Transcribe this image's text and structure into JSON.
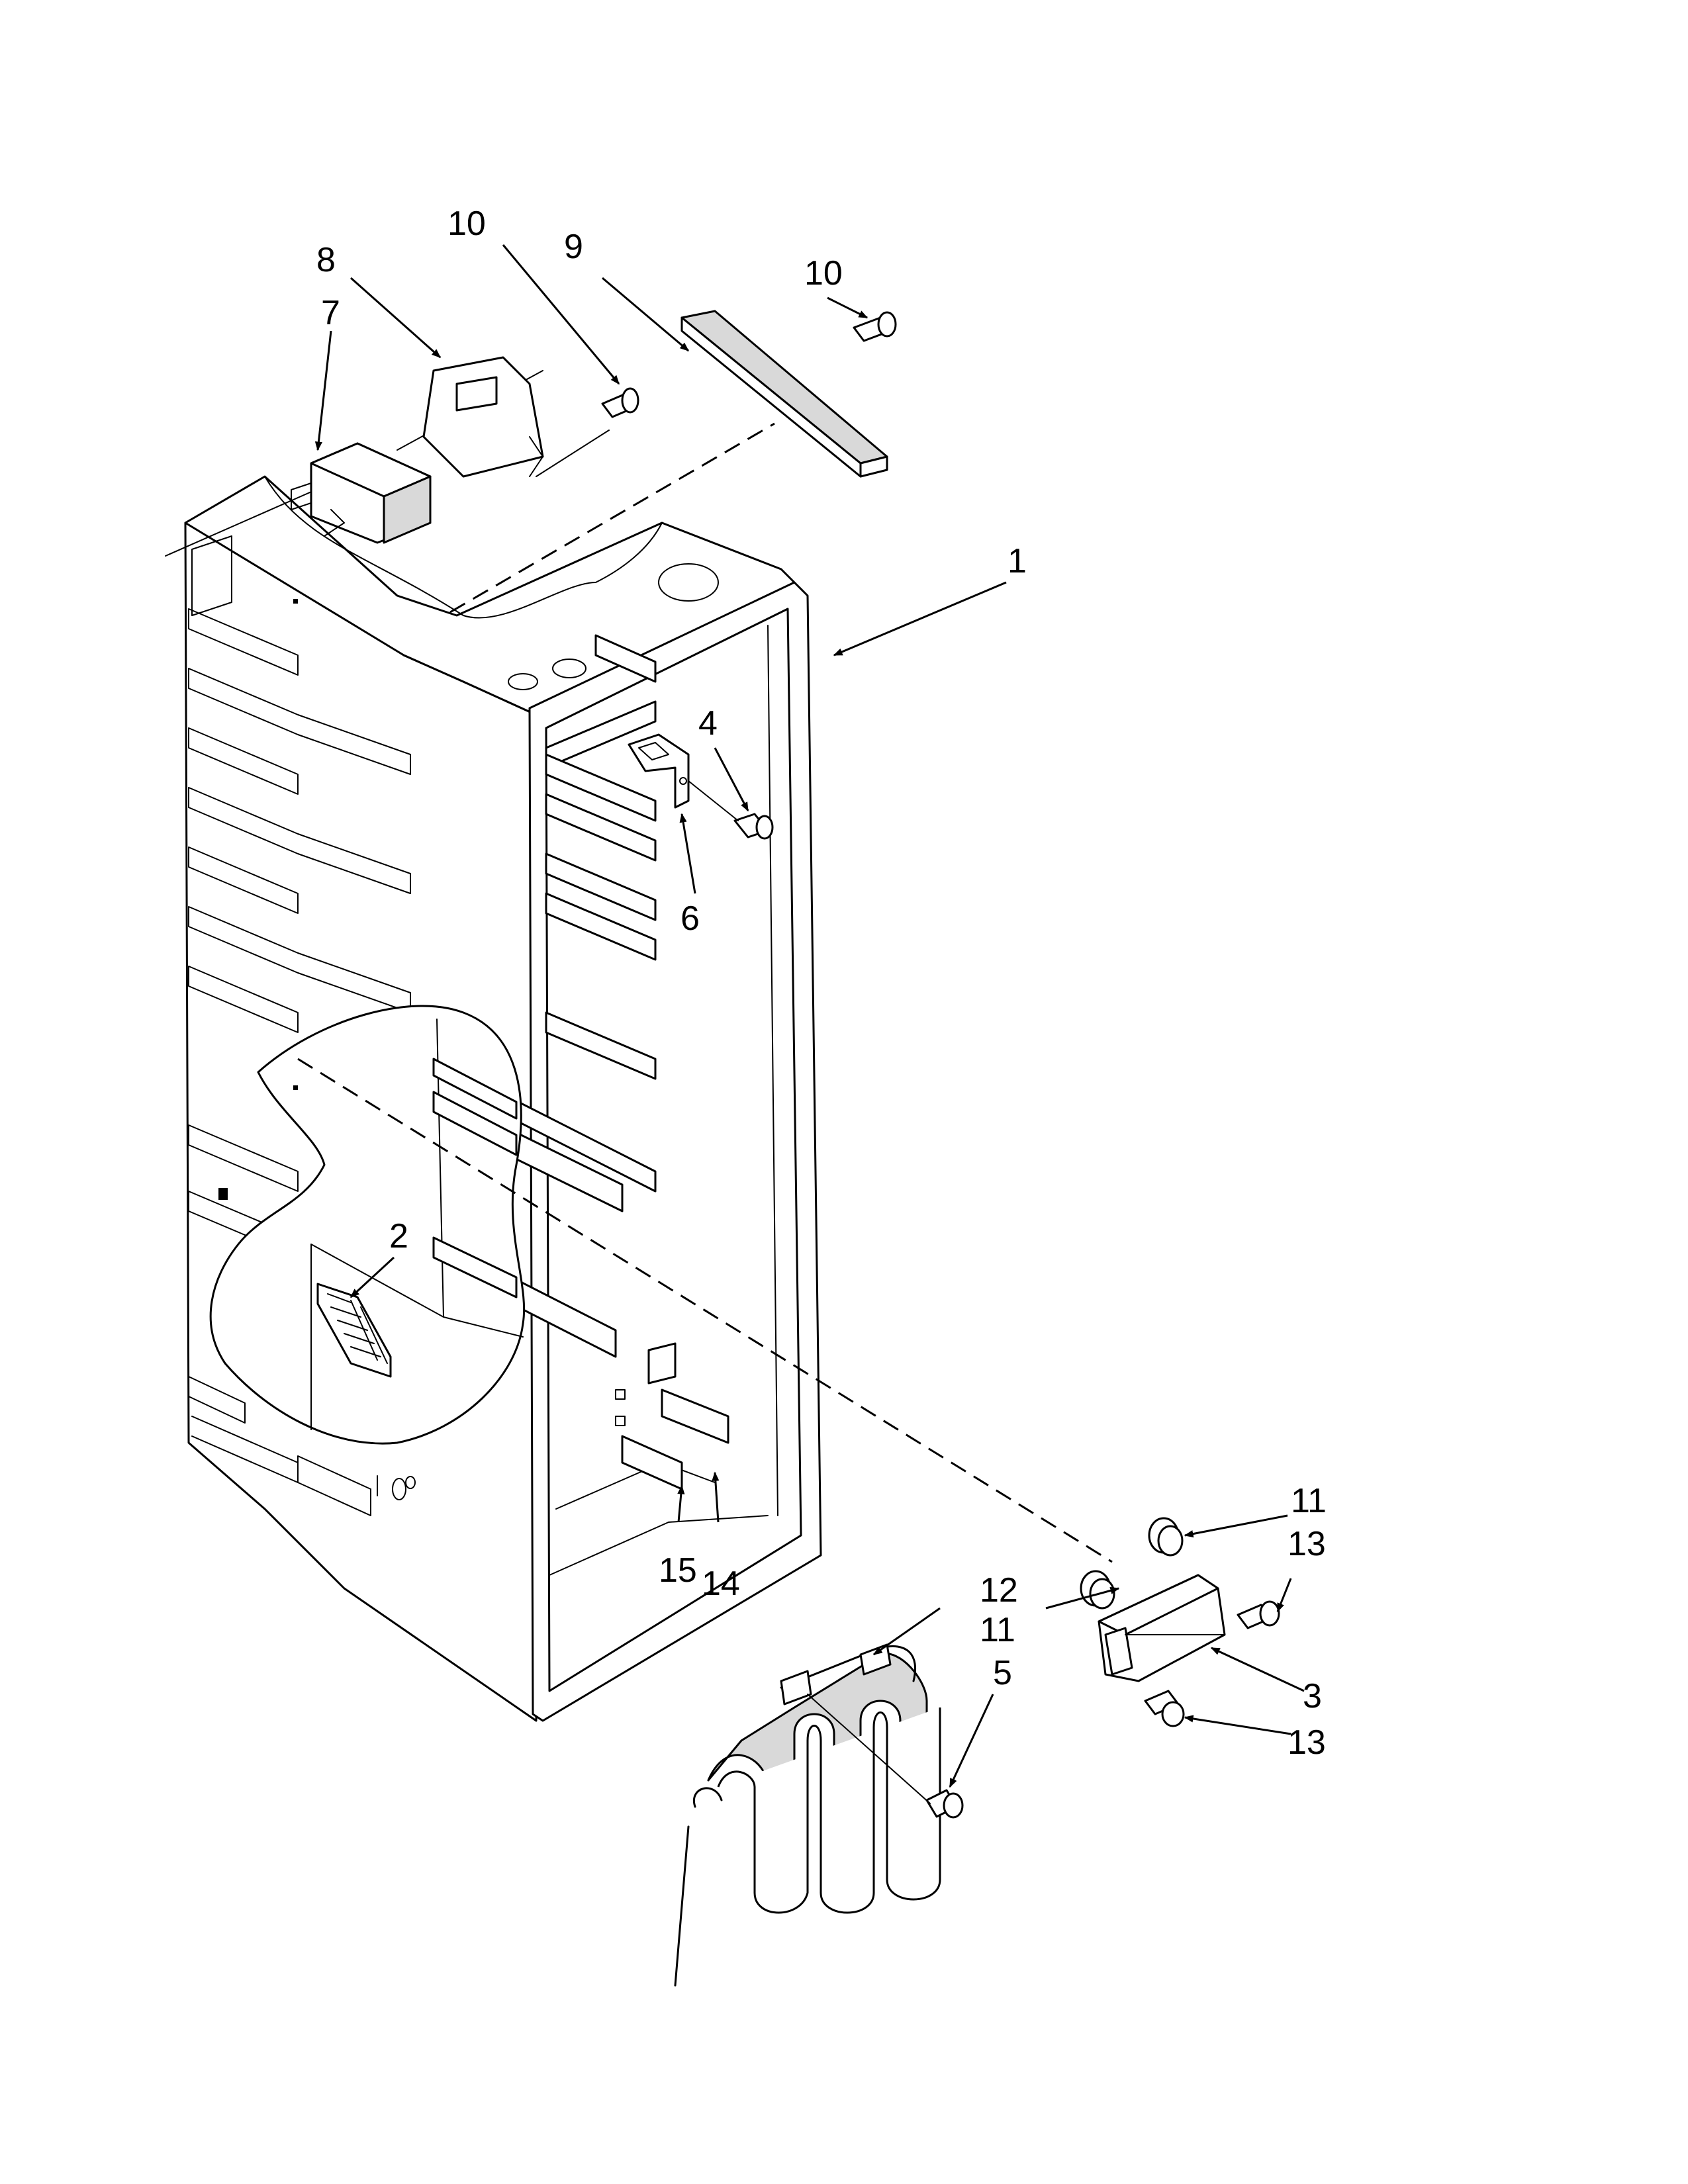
{
  "callouts": {
    "c1": "1",
    "c2": "2",
    "c3": "3",
    "c4": "4",
    "c5": "5",
    "c6": "6",
    "c7": "7",
    "c8": "8",
    "c9": "9",
    "c10a": "10",
    "c10b": "10",
    "c11a": "11",
    "c11b": "11",
    "c12": "12",
    "c13a": "13",
    "c13b": "13",
    "c14": "14",
    "c15": "15"
  },
  "colors": {
    "line": "#000000",
    "background": "#ffffff",
    "shading": "#d9d9d9"
  }
}
